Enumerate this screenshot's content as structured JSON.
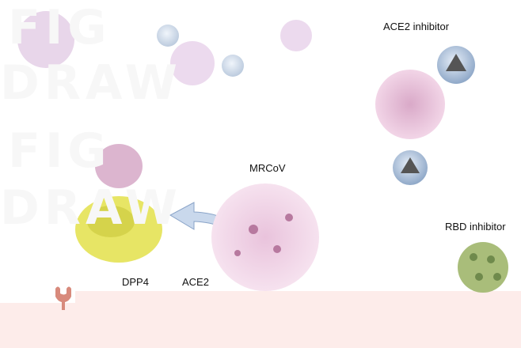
{
  "labels": {
    "ace2_inhibitor": "ACE2 inhibitor",
    "mrcov": "MRCoV",
    "rbd_inhibitor": "RBD inhibitor",
    "dpp4": "DPP4",
    "ace2": "ACE2"
  },
  "watermark": "FIGDRAW",
  "colors": {
    "membrane": "#fdecea",
    "virus": "#f0d3e6",
    "spike": "#c98db5",
    "rbd_particle": "#a9bd7a",
    "protein_yellow": "#e3e04a",
    "protein_pink": "#c47aa6",
    "arrow": "#c9d8ec"
  }
}
